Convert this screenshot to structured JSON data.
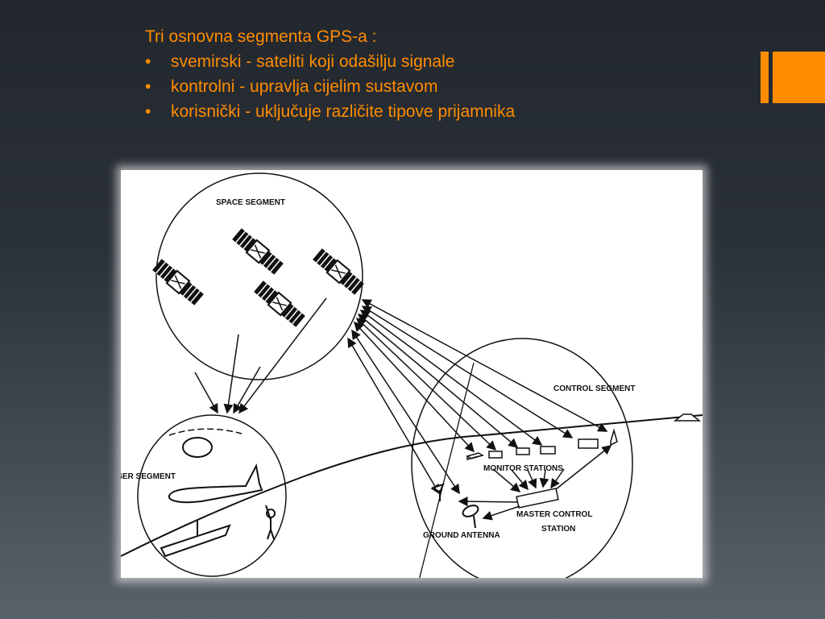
{
  "slide": {
    "heading": "Tri osnovna segmenta GPS-a :",
    "bullets": [
      {
        "marker": "•",
        "text": "svemirski - sateliti koji odašilju signale"
      },
      {
        "marker": "•",
        "text": "kontrolni - upravlja cijelim sustavom"
      },
      {
        "marker": "•",
        "text": "korisnički - uključuje različite tipove prijamnika"
      }
    ],
    "accent_color": "#ff8c00"
  },
  "diagram": {
    "labels": {
      "space": "SPACE SEGMENT",
      "control": "CONTROL SEGMENT",
      "user": "USER SEGMENT",
      "monitor": "MONITOR STATIONS",
      "master_1": "MASTER CONTROL",
      "master_2": "STATION",
      "ground": "GROUND ANTENNA"
    }
  }
}
